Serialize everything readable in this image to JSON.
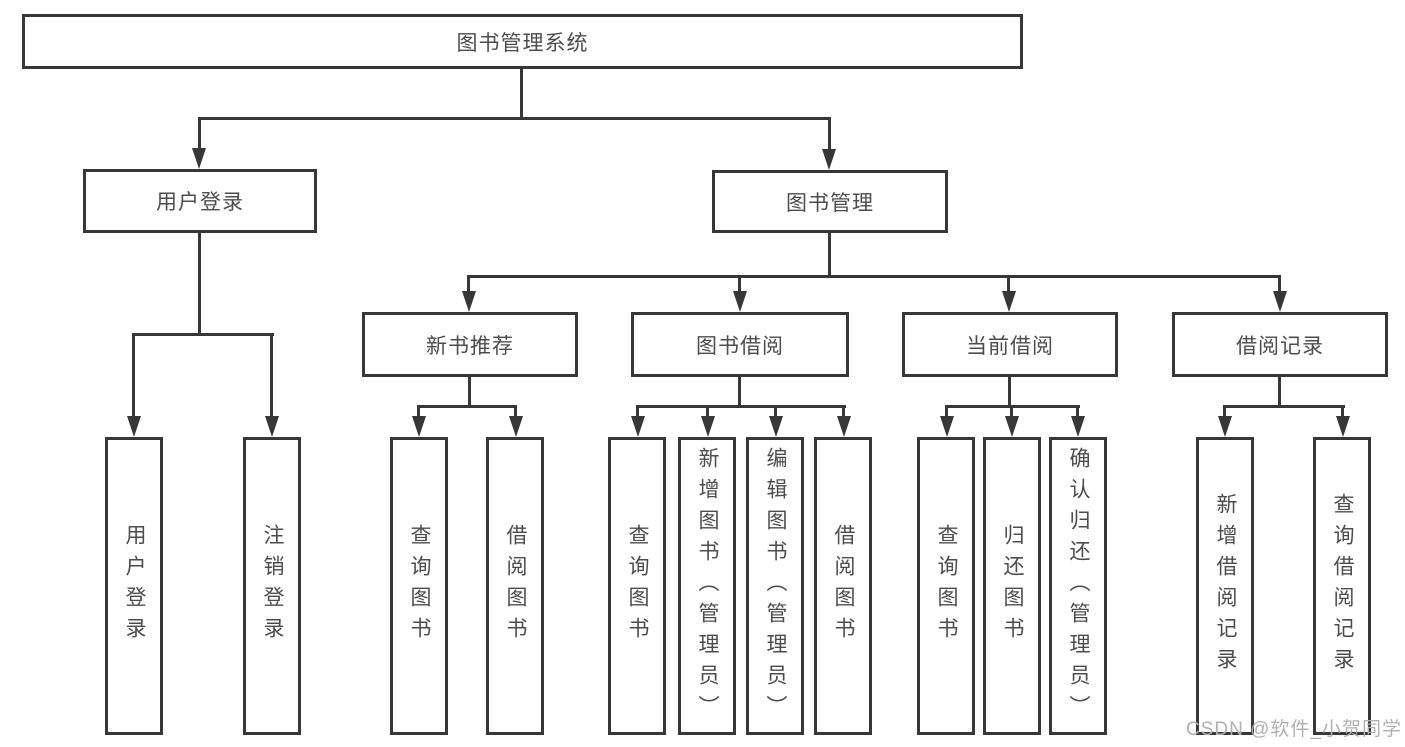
{
  "tree": {
    "root": {
      "label": "图书管理系统"
    },
    "branches": [
      {
        "label": "用户登录",
        "children": [
          {
            "label": "用户登录"
          },
          {
            "label": "注销登录"
          }
        ]
      },
      {
        "label": "图书管理",
        "children": [
          {
            "label": "新书推荐",
            "children": [
              {
                "label": "查询图书"
              },
              {
                "label": "借阅图书"
              }
            ]
          },
          {
            "label": "图书借阅",
            "children": [
              {
                "label": "查询图书"
              },
              {
                "label": "新增图书（管理员）"
              },
              {
                "label": "编辑图书（管理员）"
              },
              {
                "label": "借阅图书"
              }
            ]
          },
          {
            "label": "当前借阅",
            "children": [
              {
                "label": "查询图书"
              },
              {
                "label": "归还图书"
              },
              {
                "label": "确认归还（管理员）"
              }
            ]
          },
          {
            "label": "借阅记录",
            "children": [
              {
                "label": "新增借阅记录"
              },
              {
                "label": "查询借阅记录"
              }
            ]
          }
        ]
      }
    ]
  },
  "watermark": "CSDN @软件_小贺同学",
  "colors": {
    "line": "#373737",
    "text": "#4c4c4c",
    "watermark": "#b0b0b0"
  }
}
